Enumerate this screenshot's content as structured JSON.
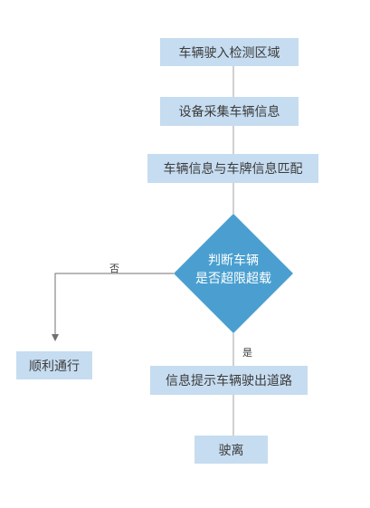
{
  "nodes": {
    "vehicle_enters": "车辆驶入检测区域",
    "collect_info": "设备采集车辆信息",
    "match_plate": "车辆信息与车牌信息匹配",
    "decision_line1": "判断车辆",
    "decision_line2": "是否超限超载",
    "guide_out": "信息提示车辆驶出道路",
    "drive_away": "驶离",
    "pass_through": "顺利通行"
  },
  "edge_labels": {
    "no": "否",
    "yes": "是"
  },
  "colors": {
    "box_fill": "#c6dcf0",
    "diamond_fill": "#4a9fd0",
    "line": "#a0a0a0",
    "text": "#3c3c3c"
  }
}
